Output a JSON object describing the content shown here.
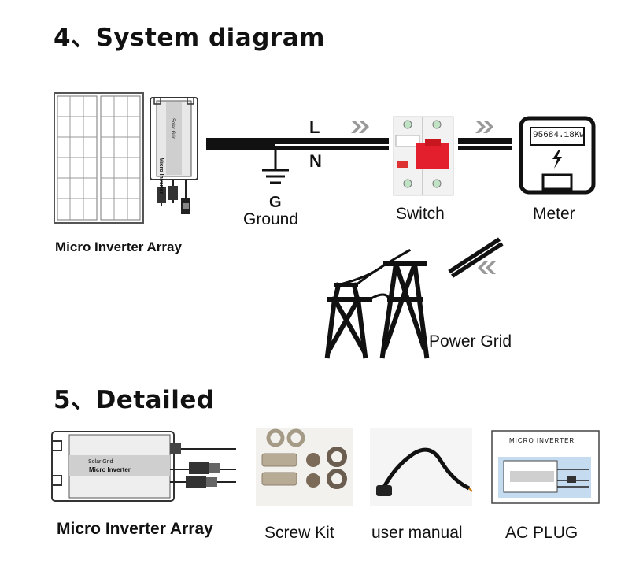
{
  "section_system": {
    "title": "4、System diagram"
  },
  "diagram": {
    "inverter_label": "Micro Inverter Array",
    "inverter_device_text": "Micro Inverter",
    "inverter_device_subtext": "Solar Grid",
    "line_L": "L",
    "line_N": "N",
    "ground_G": "G",
    "ground_label": "Ground",
    "switch_label": "Switch",
    "meter_label": "Meter",
    "meter_reading": "95684.18Kw",
    "grid_label": "Power Grid"
  },
  "section_detail": {
    "title": "5、Detailed",
    "items": [
      {
        "label": "Micro Inverter Array",
        "device_sub": "Solar Grid",
        "device_text": "Micro Inverter"
      },
      {
        "label": "Screw Kit"
      },
      {
        "label": "user manual"
      },
      {
        "label": "AC PLUG",
        "box_title": "MICRO INVERTER"
      }
    ]
  }
}
